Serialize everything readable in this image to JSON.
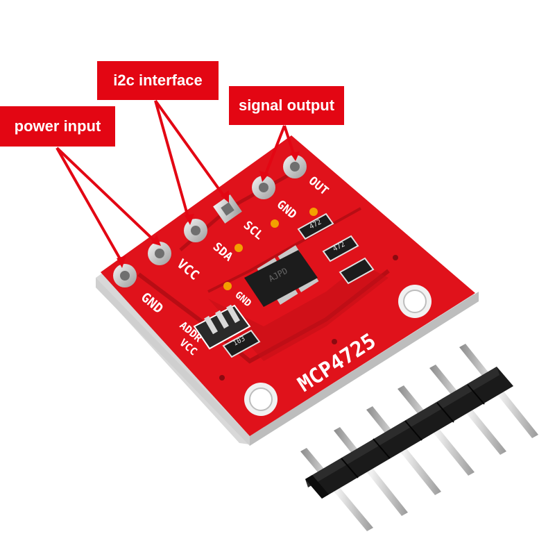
{
  "callouts": {
    "power_input": "power input",
    "i2c_interface": "i2c interface",
    "signal_output": "signal output"
  },
  "board": {
    "name": "MCP4725",
    "pin_labels": {
      "gnd_left": "GND",
      "vcc": "VCC",
      "sda": "SDA",
      "scl": "SCL",
      "gnd_right": "GND",
      "out": "OUT"
    },
    "jumper_labels": {
      "addr": "ADDR",
      "vcc": "VCC",
      "gnd": "GND"
    },
    "chip_marking": "AJPD",
    "resistor_markings": [
      "472",
      "472",
      "103"
    ]
  },
  "colors": {
    "callout_bg": "#e30613",
    "pcb_red": "#e0121b",
    "pin_header_black": "#111111",
    "pins_silver": "#c9c9c9"
  },
  "icons": [
    "pcb-board-image",
    "pin-header-image",
    "annotation-arrows"
  ]
}
